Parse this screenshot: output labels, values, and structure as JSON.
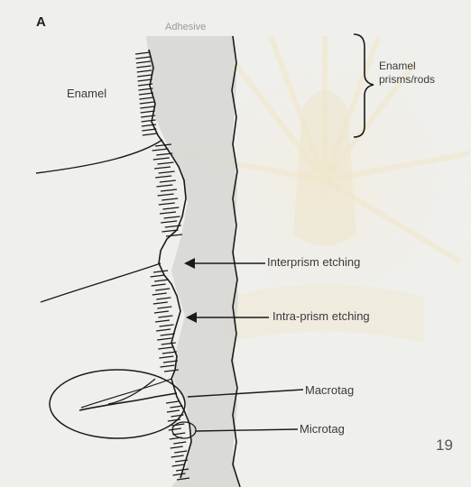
{
  "figure": {
    "panel_label": "A",
    "figure_number": "19",
    "labels": {
      "adhesive": "Adhesive",
      "enamel": "Enamel",
      "enamel_prisms": "Enamel\nprisms/rods",
      "interprism_etching": "Interprism etching",
      "intraprism_etching": "Intra-prism etching",
      "macrotag": "Macrotag",
      "microtag": "Microtag"
    },
    "colors": {
      "background": "#efefec",
      "adhesive_fill": "#d6d6d2",
      "line": "#1a1a1a",
      "watermark": "#f3e3b8"
    }
  }
}
